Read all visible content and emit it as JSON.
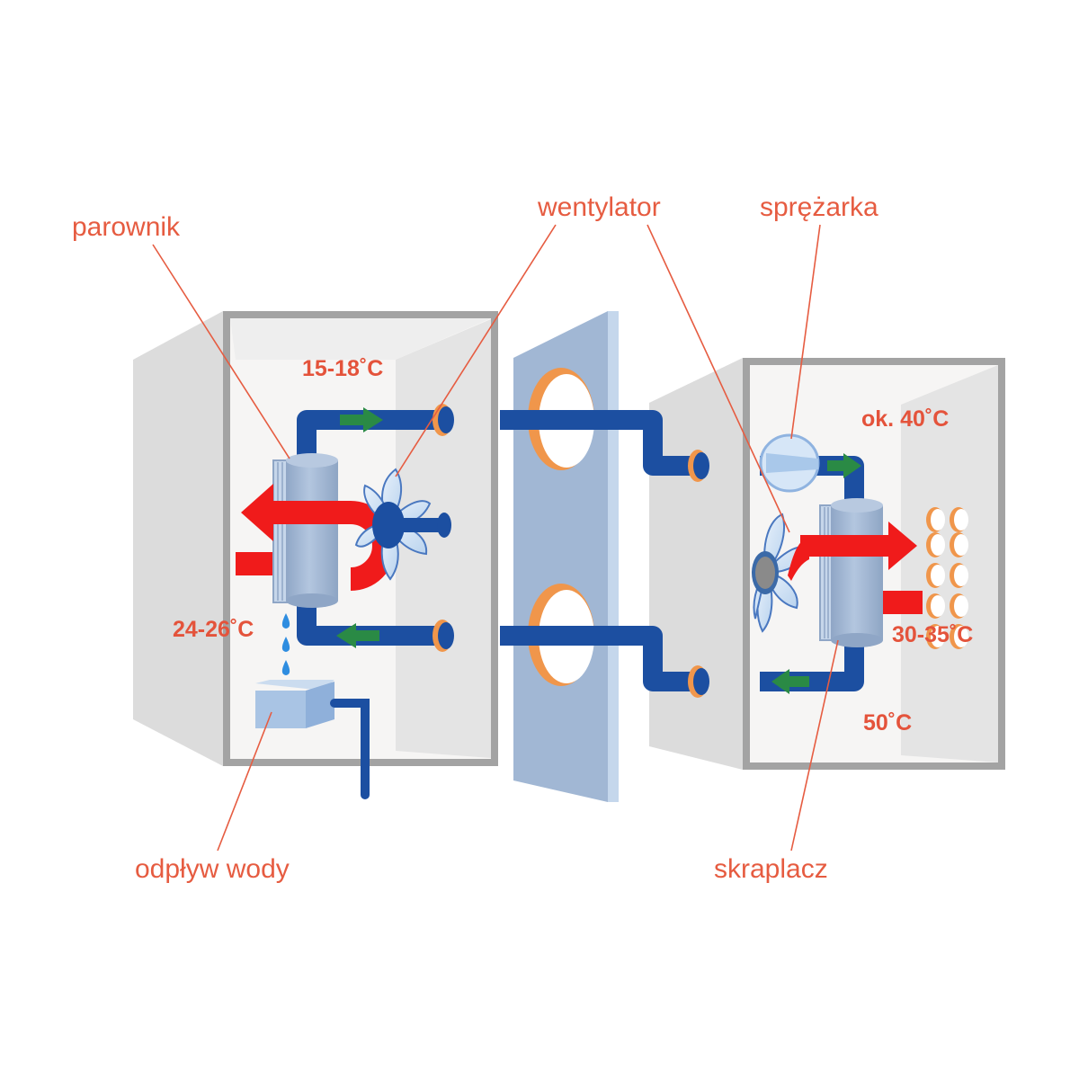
{
  "labels": {
    "parownik": "parownik",
    "wentylator": "wentylator",
    "sprezarka": "sprężarka",
    "odplyw_wody": "odpływ wody",
    "skraplacz": "skraplacz"
  },
  "temperatures": {
    "evap_top": "15-18˚C",
    "evap_in": "24-26˚C",
    "cond_top": "ok. 40˚C",
    "cond_out": "30-35˚C",
    "cond_bottom": "50˚C"
  },
  "colors": {
    "label": "#e65c41",
    "pipe": "#1c4fa1",
    "hot_air": "#f01b1b",
    "flow_arrow": "#2a8a45",
    "panel": "#a1b7d4",
    "gasket": "#f0964b",
    "water": "#2e8de0"
  }
}
